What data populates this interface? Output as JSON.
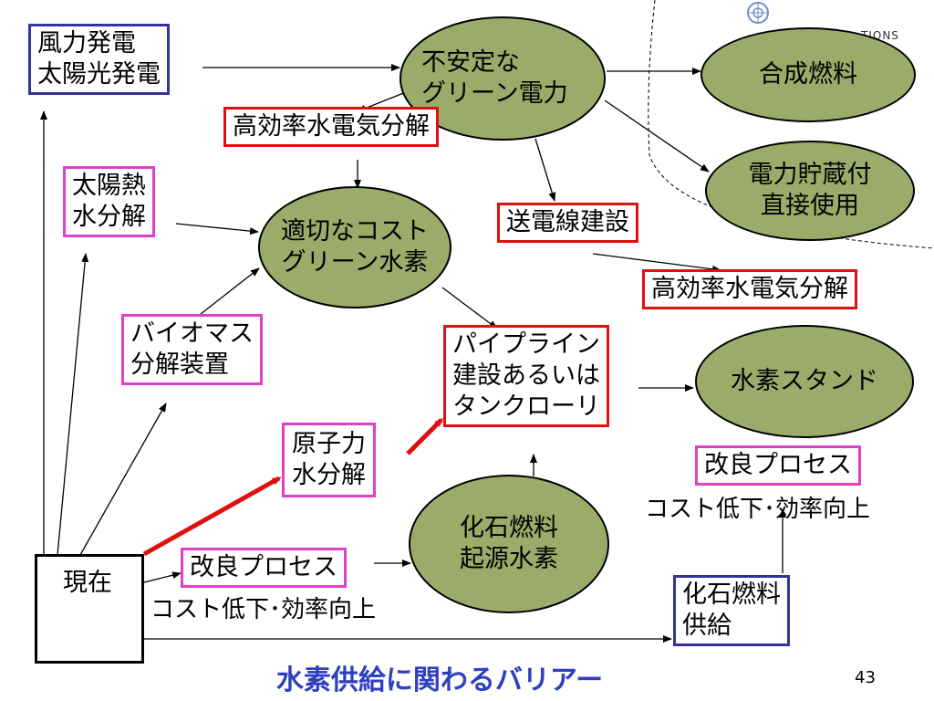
{
  "nodes": {
    "wind_solar": {
      "lines": [
        "風力発電",
        "太陽光発電"
      ]
    },
    "unstable_green": {
      "lines": [
        "不安定な",
        "グリーン電力"
      ]
    },
    "synthetic_fuel": {
      "lines": [
        "合成燃料"
      ]
    },
    "storage_direct": {
      "lines": [
        "電力貯蔵付",
        "直接使用"
      ]
    },
    "electrolysis_1": {
      "lines": [
        "高効率水電気分解"
      ]
    },
    "solar_thermal": {
      "lines": [
        "太陽熱",
        "水分解"
      ]
    },
    "green_hydrogen": {
      "lines": [
        "適切なコスト",
        "グリーン水素"
      ]
    },
    "transmission": {
      "lines": [
        "送電線建設"
      ]
    },
    "electrolysis_2": {
      "lines": [
        "高効率水電気分解"
      ]
    },
    "biomass": {
      "lines": [
        "バイオマス",
        "分解装置"
      ]
    },
    "pipeline": {
      "lines": [
        "パイプライン",
        "建設あるいは",
        "タンクローリ"
      ]
    },
    "station": {
      "lines": [
        "水素スタンド"
      ]
    },
    "nuclear": {
      "lines": [
        "原子力",
        "水分解"
      ]
    },
    "improved_process_right": {
      "lines": [
        "改良プロセス"
      ]
    },
    "note_right": "コスト低下･効率向上",
    "fossil_h2": {
      "lines": [
        "化石燃料",
        "起源水素"
      ]
    },
    "current": {
      "lines": [
        "現在"
      ]
    },
    "improved_process_left": {
      "lines": [
        "改良プロセス"
      ]
    },
    "note_left": "コスト低下･効率向上",
    "fossil_supply": {
      "lines": [
        "化石燃料",
        "供給"
      ]
    }
  },
  "title": "水素供給に関わるバリアー",
  "page_number": "43",
  "logo_text": "TIONS",
  "colors": {
    "ellipse_fill": "#9bab6a",
    "blue_border": "#3333a0",
    "red_border": "#e01010",
    "pink_border": "#e040c8",
    "title_color": "#2f3fc0",
    "highlight_arrow": "#e01010"
  }
}
